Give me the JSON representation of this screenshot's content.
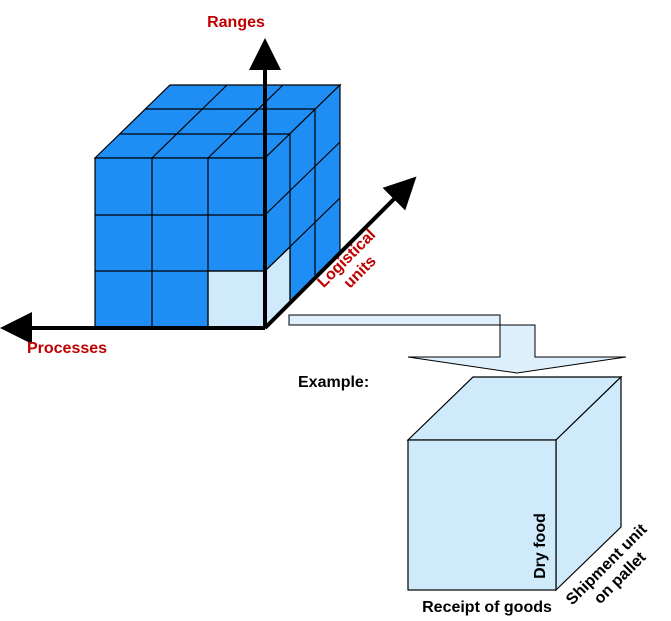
{
  "axes": {
    "ranges": "Ranges",
    "processes": "Processes",
    "logistical_line1": "Logistical",
    "logistical_line2": "units"
  },
  "example": {
    "label": "Example:",
    "front_bottom": "Receipt of goods",
    "front_side": "Dry food",
    "side_line1": "Shipment unit",
    "side_line2": "on pallet"
  },
  "colors": {
    "cube_blue": "#1e8ef5",
    "highlight": "#cfeafb",
    "axis_label": "#c00000",
    "arrow_fill": "#ddf0fc"
  }
}
